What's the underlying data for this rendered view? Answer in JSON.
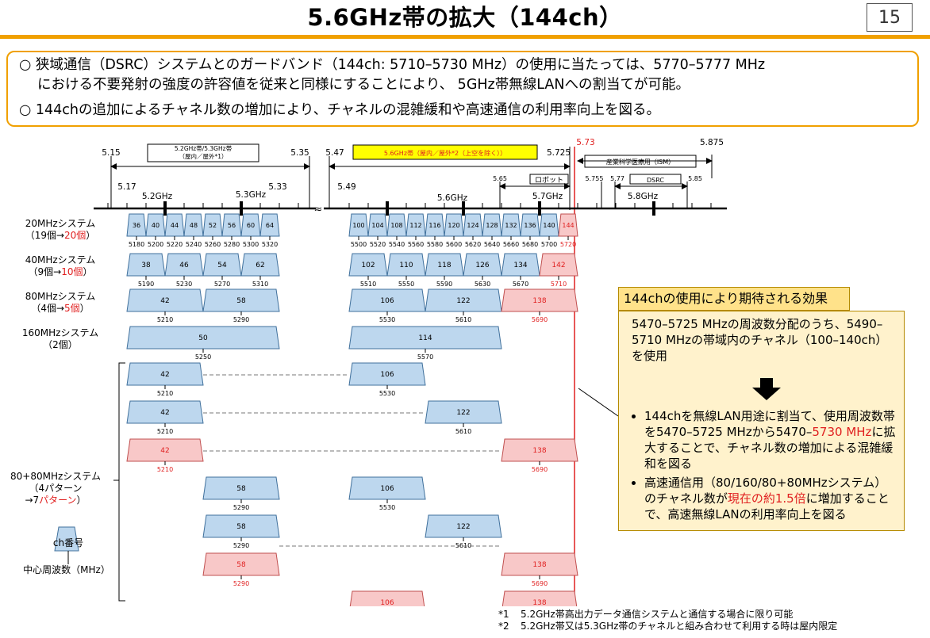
{
  "title": "5.6GHz帯の拡大（144ch）",
  "page_number": "15",
  "intro": {
    "bullet1_a": "○ 狭域通信（DSRC）システムとのガードバンド（144ch: 5710–5730 MHz）の使用に当たっては、5770–5777 MHz",
    "bullet1_b": "における不要発射の強度の許容値を従来と同様にすることにより、 5GHz帯無線LANへの割当てが可能。",
    "bullet2": "○ 144chの追加によるチャネル数の増加により、チャネルの混雑緩和や高速通信の利用率向上を図る。"
  },
  "figure": {
    "band_52_53": [
      "5.2GHz帯/5.3GHz帯",
      "（屋内／屋外*1）"
    ],
    "band_56": "5.6GHz帯（屋内／屋外*2（上空を除く））",
    "ism_label": "産業科学医療用（ISM）",
    "robot_label": "ロボット",
    "dsrc_label": "DSRC",
    "freq_labels": [
      "5.15",
      "5.35",
      "5.47",
      "5.725",
      "5.73",
      "5.875",
      "5.17",
      "5.33",
      "5.49",
      "5.65",
      "5.755",
      "5.77",
      "5.85"
    ],
    "ghz_labels": [
      "5.2GHz",
      "5.3GHz",
      "5.6GHz",
      "5.7GHz",
      "5.8GHz"
    ],
    "rows": {
      "r20": [
        "20MHzシステム",
        "（19個→",
        "20個",
        "）"
      ],
      "r40": [
        "40MHzシステム",
        "（9個→",
        "10個",
        "）"
      ],
      "r80": [
        "80MHzシステム",
        "（4個→",
        "5個",
        "）"
      ],
      "r160": [
        "160MHzシステム",
        "（2個）"
      ],
      "r8080": [
        "80+80MHzシステム",
        "（4パターン",
        "→7",
        "パターン",
        "）"
      ]
    },
    "ch20": [
      "36",
      "40",
      "44",
      "48",
      "52",
      "56",
      "60",
      "64",
      "100",
      "104",
      "108",
      "112",
      "116",
      "120",
      "124",
      "128",
      "132",
      "136",
      "140",
      "144"
    ],
    "f20": [
      "5180",
      "5200",
      "5220",
      "5240",
      "5260",
      "5280",
      "5300",
      "5320",
      "5500",
      "5520",
      "5540",
      "5560",
      "5580",
      "5600",
      "5620",
      "5640",
      "5660",
      "5680",
      "5700",
      "5720"
    ],
    "ch40": [
      "38",
      "46",
      "54",
      "62",
      "102",
      "110",
      "118",
      "126",
      "134",
      "142"
    ],
    "f40": [
      "5190",
      "5230",
      "5270",
      "5310",
      "5510",
      "5550",
      "5590",
      "5630",
      "5670",
      "5710"
    ],
    "ch80": [
      "42",
      "58",
      "106",
      "122",
      "138"
    ],
    "f80": [
      "5210",
      "5290",
      "5530",
      "5610",
      "5690"
    ],
    "ch160": [
      "50",
      "114"
    ],
    "f160": [
      "5250",
      "5570"
    ],
    "legend_ch": "ch番号",
    "legend_freq": "中心周波数（MHz）"
  },
  "effect": {
    "heading": "144chの使用により期待される効果",
    "p1": "5470–5725 MHzの周波数分配のうち、5490–5710 MHzの帯域内のチャネル（100–140ch）を使用",
    "b1_pre": "144chを無線LAN用途に割当て、使用周波数帯を5470–5725 MHzから5470–",
    "b1_red": "5730 MHz",
    "b1_post": "に拡大することで、チャネル数の増加による混雑緩和を図る",
    "b2_pre": "高速通信用（80/160/80+80MHzシステム）のチャネル数が",
    "b2_red": "現在の約1.5倍",
    "b2_post": "に増加することで、高速無線LANの利用率向上を図る"
  },
  "notes": [
    {
      "mark": "*1",
      "text": "5.2GHz帯高出力データ通信システムと通信する場合に限り可能"
    },
    {
      "mark": "*2",
      "text": "5.2GHz帯又は5.3GHz帯のチャネルと組み合わせて利用する時は屋内限定"
    }
  ],
  "colors": {
    "accent": "#f0a000",
    "existing_channel": "#bdd7ee",
    "new_channel": "#f8c8c8",
    "highlight": "#e02020"
  }
}
